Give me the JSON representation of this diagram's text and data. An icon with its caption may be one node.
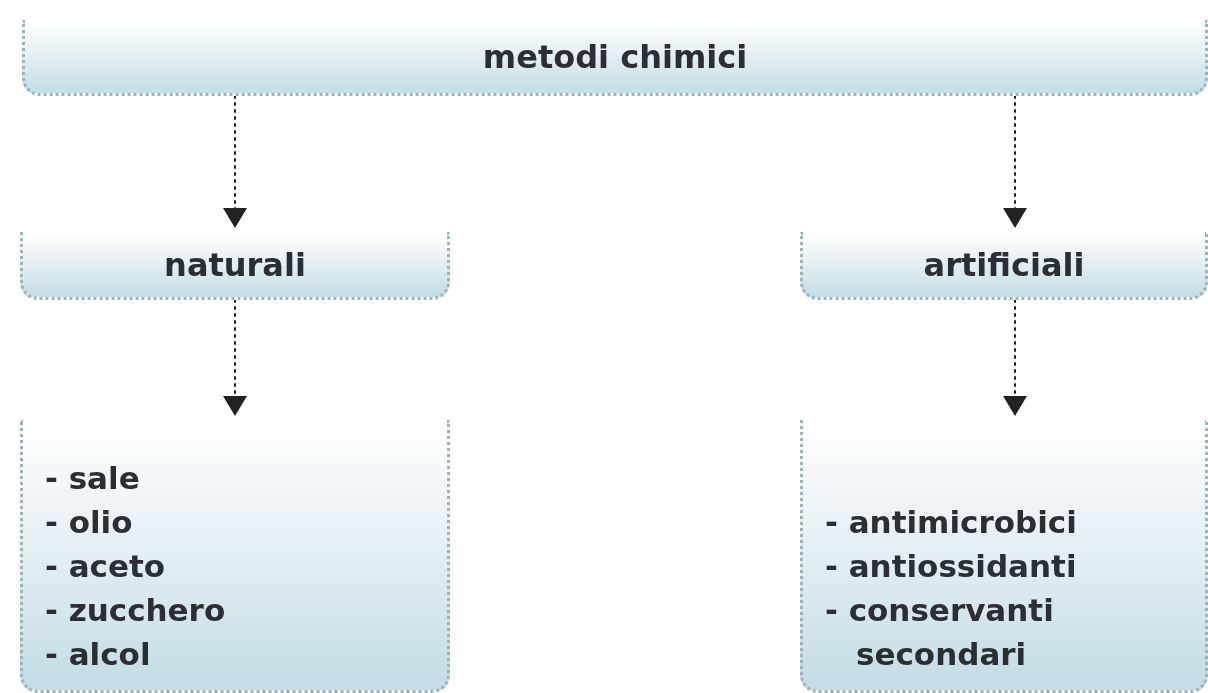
{
  "diagram": {
    "nodes": [
      {
        "text": [
          "metodi chimici"
        ]
      },
      {
        "text": [
          "naturali"
        ]
      },
      {
        "text": [
          "artificiali"
        ]
      },
      {
        "text": [
          "- sale",
          "- olio",
          "- aceto",
          "- zucchero",
          "- alcol"
        ]
      },
      {
        "text": [
          "- antimicrobici",
          "- antiossidanti",
          "- conservanti secondari"
        ]
      }
    ],
    "edges": [
      {
        "from": 0,
        "to": 1,
        "arrow": "to"
      },
      {
        "from": 0,
        "to": 2,
        "arrow": "to"
      },
      {
        "from": 1,
        "to": 3,
        "arrow": "to"
      },
      {
        "from": 2,
        "to": 4,
        "arrow": "to"
      }
    ]
  }
}
